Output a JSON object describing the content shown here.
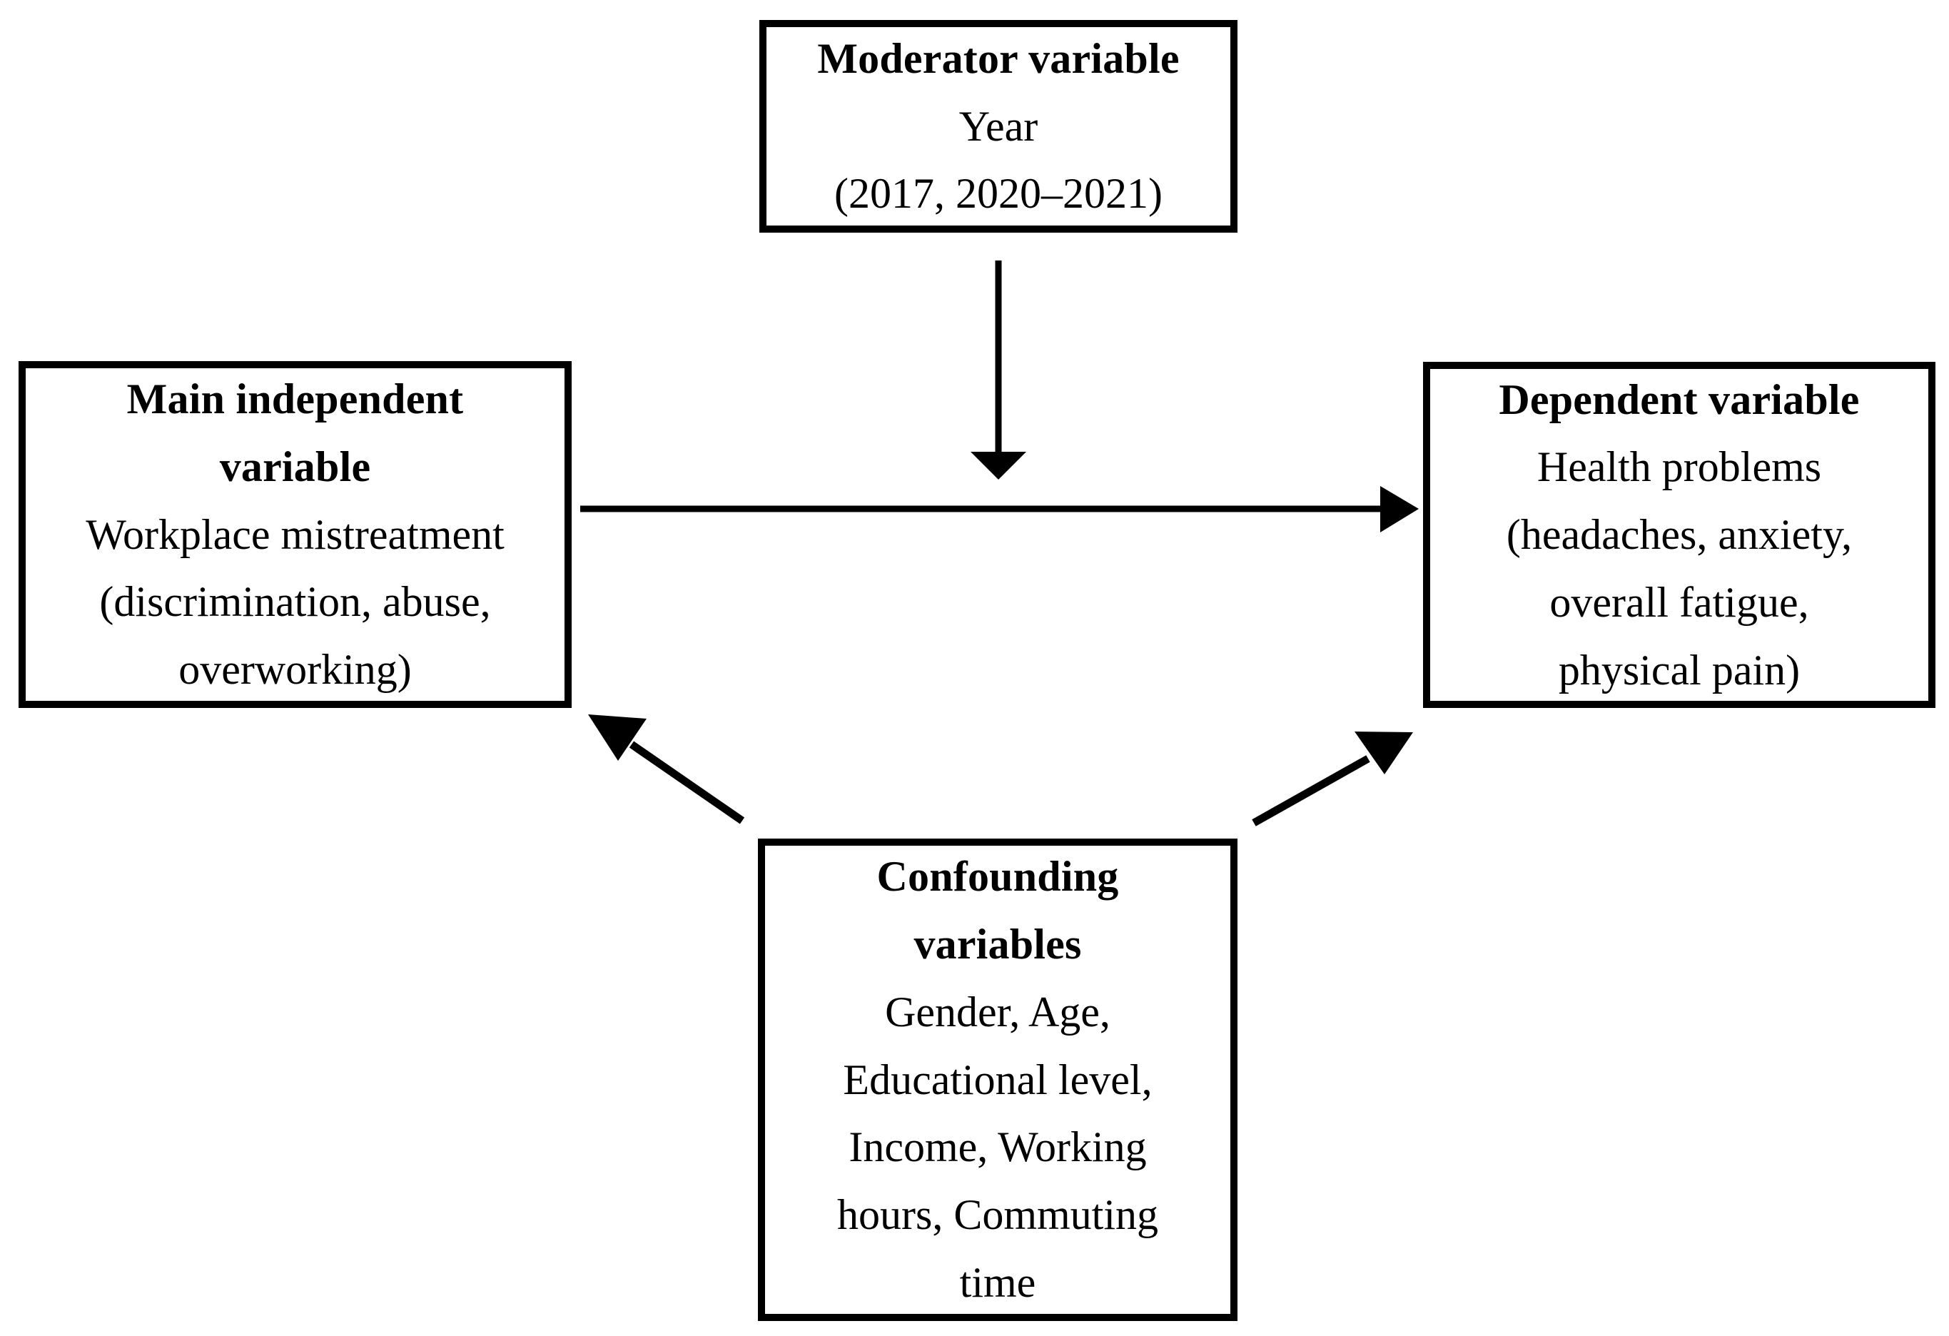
{
  "figure": {
    "type": "conceptual-framework-diagram",
    "background_color": "#ffffff",
    "stroke_color": "#000000"
  },
  "nodes": {
    "moderator": {
      "title": "Moderator variable",
      "lines": [
        "Year",
        "(2017, 2020–2021)"
      ]
    },
    "independent": {
      "title_lines": [
        "Main independent",
        "variable"
      ],
      "lines": [
        "Workplace mistreatment",
        "(discrimination, abuse,",
        "overworking)"
      ]
    },
    "dependent": {
      "title": "Dependent variable",
      "lines": [
        "Health problems",
        "(headaches, anxiety,",
        "overall fatigue,",
        "physical pain)"
      ]
    },
    "confounding": {
      "title_lines": [
        "Confounding",
        "variables"
      ],
      "lines": [
        "Gender, Age,",
        "Educational level,",
        "Income, Working",
        "hours, Commuting",
        "time"
      ]
    }
  },
  "edges": [
    {
      "name": "moderator-to-main-effect",
      "from": "moderator",
      "to": "main-effect-path",
      "style": "straight-arrow",
      "direction": "down"
    },
    {
      "name": "independent-to-dependent",
      "from": "independent",
      "to": "dependent",
      "style": "straight-arrow",
      "direction": "right"
    },
    {
      "name": "confounding-to-independent",
      "from": "confounding",
      "to": "independent",
      "style": "straight-arrow",
      "direction": "up-left"
    },
    {
      "name": "confounding-to-dependent",
      "from": "confounding",
      "to": "dependent",
      "style": "straight-arrow",
      "direction": "up-right"
    }
  ]
}
